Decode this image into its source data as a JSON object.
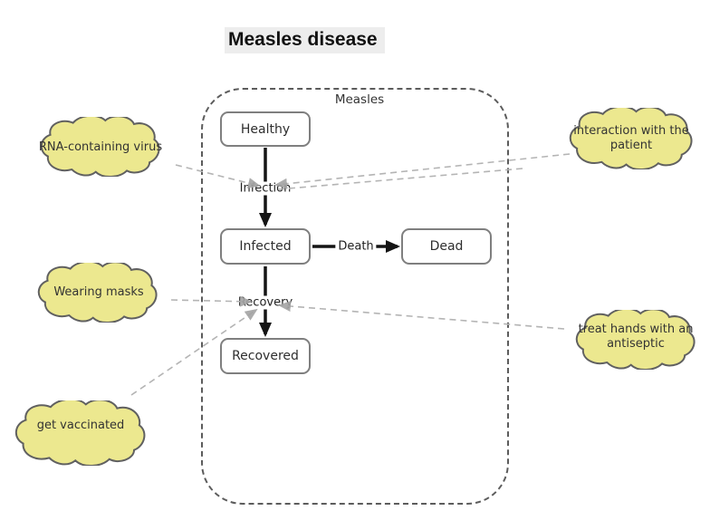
{
  "title": "Measles disease",
  "container": {
    "label": "Measles"
  },
  "nodes": {
    "healthy": "Healthy",
    "infected": "Infected",
    "dead": "Dead",
    "recovered": "Recovered"
  },
  "transitions": {
    "infection": "Infection",
    "death": "Death",
    "recovery": "Recovery"
  },
  "clouds": {
    "rna": "RNA-containing virus",
    "interaction": "interaction with the patient",
    "masks": "Wearing masks",
    "vaccinated": "get vaccinated",
    "antiseptic": "treat hands with an antiseptic"
  },
  "colors": {
    "cloud_fill": "#ECE88F",
    "cloud_stroke": "#606060",
    "connector": "#b4b4b4",
    "connector_head": "#a3a3a3",
    "arrow": "#141414",
    "box_border": "#7f7f7f",
    "container_border": "#5c5c5c",
    "title_bg": "#ededed",
    "text": "#2e2e2e"
  }
}
